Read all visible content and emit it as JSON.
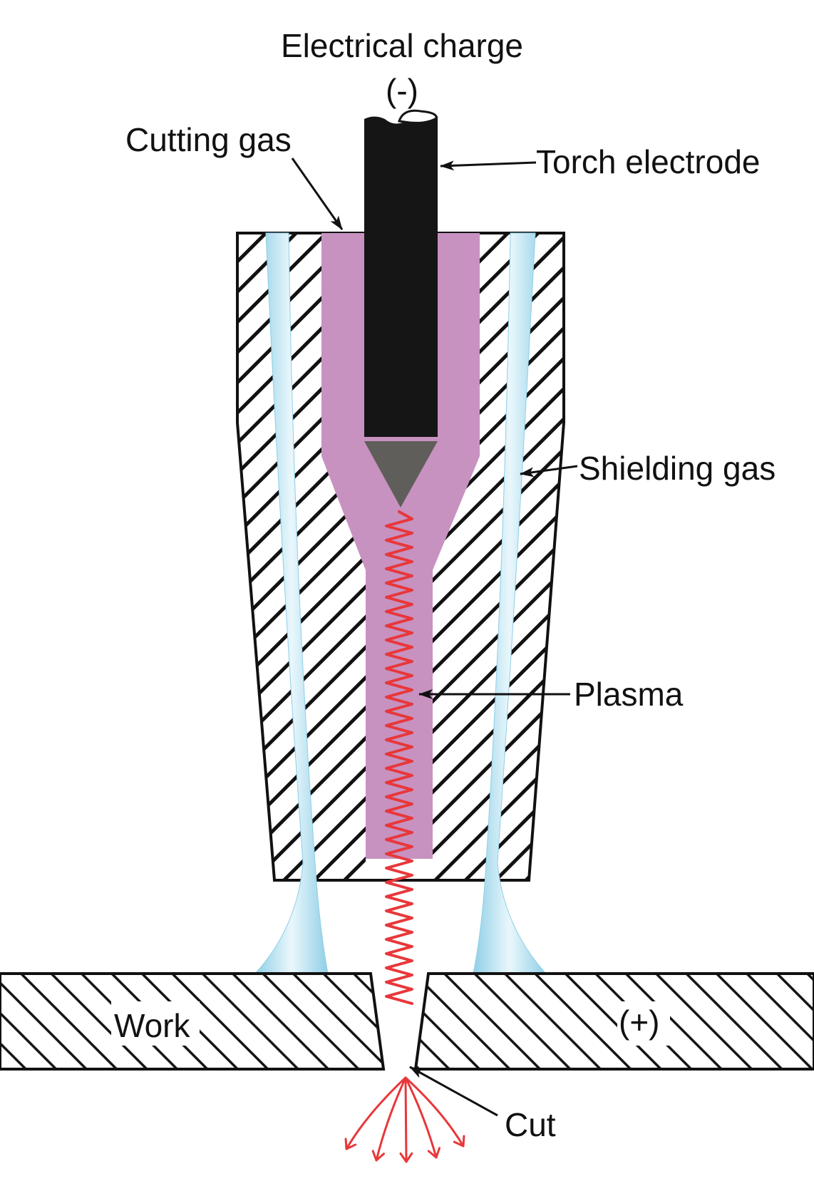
{
  "labels": {
    "electrical_charge": "Electrical charge",
    "negative": "(-)",
    "cutting_gas": "Cutting gas",
    "torch_electrode": "Torch electrode",
    "shielding_gas": "Shielding gas",
    "plasma": "Plasma",
    "work": "Work",
    "positive": "(+)",
    "cut": "Cut"
  },
  "colors": {
    "outline": "#111111",
    "plasma_gas": "#c792c0",
    "electrode": "#151515",
    "electrode_tip": "#605e5a",
    "shielding_gas": "#a9d9ec",
    "plasma_arc": "#e8373a",
    "background": "#ffffff"
  },
  "icons": {
    "electrode_cable": "cable-end-icon",
    "spark_fan": "spark-arrows-icon"
  }
}
